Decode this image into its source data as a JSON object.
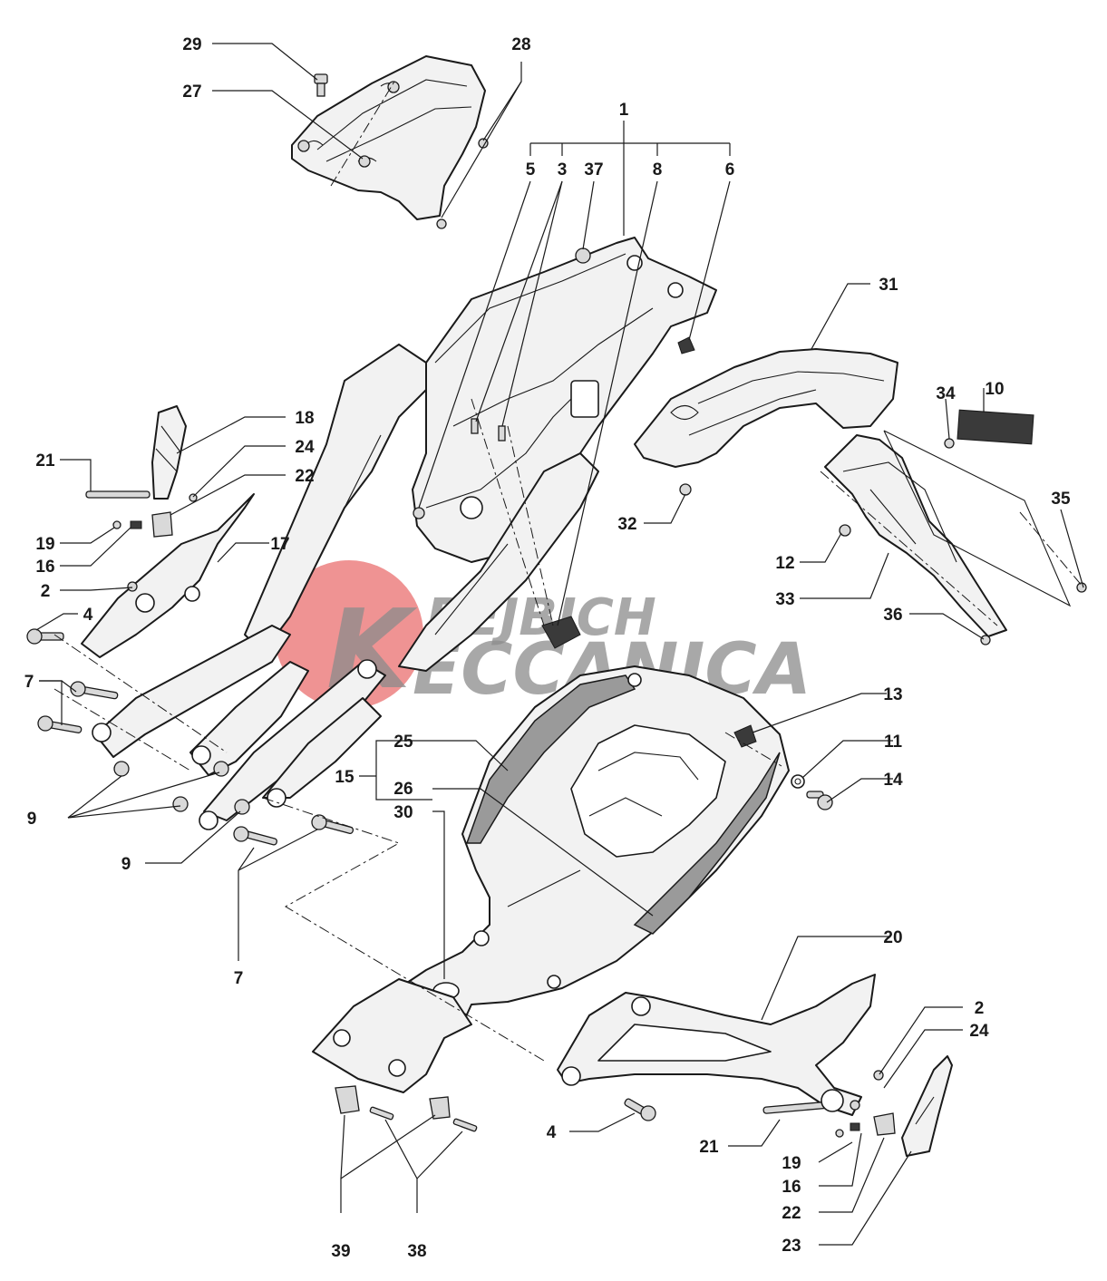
{
  "watermark": {
    "line1": "REJBICH",
    "line2": "ECCANICA",
    "letter": "K",
    "color": "#e23b3b"
  },
  "labels": {
    "l1": "1",
    "l2a": "2",
    "l2b": "2",
    "l3": "3",
    "l4a": "4",
    "l4b": "4",
    "l5": "5",
    "l6": "6",
    "l7a": "7",
    "l7b": "7",
    "l8": "8",
    "l9a": "9",
    "l9b": "9",
    "l10": "10",
    "l11": "11",
    "l12": "12",
    "l13": "13",
    "l14": "14",
    "l15": "15",
    "l16a": "16",
    "l16b": "16",
    "l17": "17",
    "l18": "18",
    "l19a": "19",
    "l19b": "19",
    "l20": "20",
    "l21a": "21",
    "l21b": "21",
    "l22a": "22",
    "l22b": "22",
    "l23": "23",
    "l24a": "24",
    "l24b": "24",
    "l25": "25",
    "l26": "26",
    "l27": "27",
    "l28": "28",
    "l29": "29",
    "l30": "30",
    "l31": "31",
    "l32": "32",
    "l33": "33",
    "l34": "34",
    "l35": "35",
    "l36": "36",
    "l37": "37",
    "l38": "38",
    "l39": "39"
  }
}
